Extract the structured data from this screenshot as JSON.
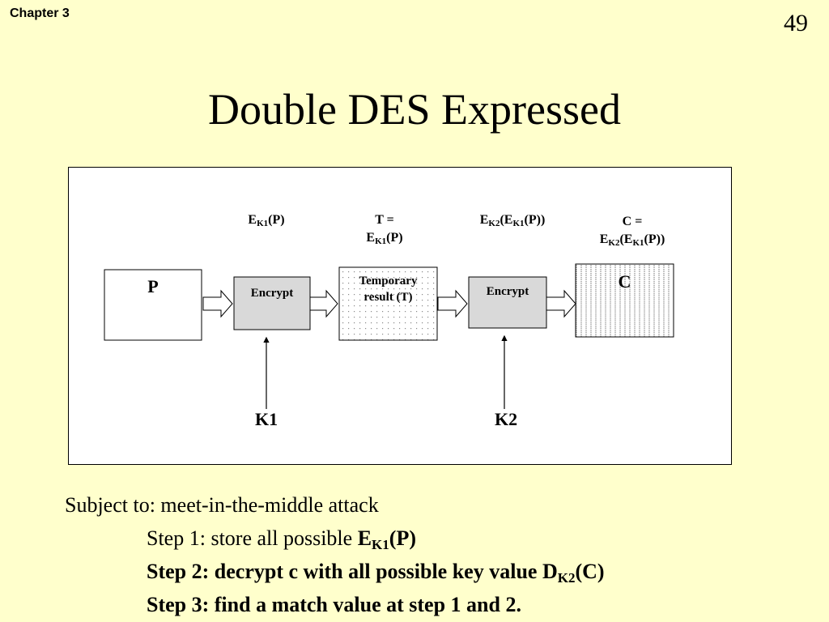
{
  "slide": {
    "chapter": "Chapter 3",
    "page_number": "49",
    "title": "Double DES Expressed"
  },
  "diagram": {
    "boxes": {
      "plaintext": "P",
      "encrypt1": "Encrypt",
      "temp_line1": "Temporary",
      "temp_line2": "result (T)",
      "encrypt2": "Encrypt",
      "ciphertext": "C"
    },
    "labels": {
      "ek1p": {
        "e": "E",
        "k": "K1",
        "rest": "(P)"
      },
      "t_eq": "T =",
      "t_val": {
        "e": "E",
        "k": "K1",
        "rest": "(P)"
      },
      "ek2": {
        "e1": "E",
        "k1": "K2",
        "mid": "(E",
        "k2": "K1",
        "rest": "(P))"
      },
      "c_eq": "C =",
      "c_val": {
        "e1": "E",
        "k1": "K2",
        "mid": "(E",
        "k2": "K1",
        "rest": "(P))"
      }
    },
    "keys": {
      "k1": "K1",
      "k2": "K2"
    }
  },
  "text": {
    "intro": "Subject to: meet-in-the-middle attack",
    "step1": {
      "prefix": "Step 1: store all possible ",
      "e": "E",
      "k": "K1",
      "rest": "(P)"
    },
    "step2": {
      "prefix": "Step 2: decrypt c with all possible key value ",
      "d": "D",
      "k": "K2",
      "rest": "(C)"
    },
    "step3": "Step 3: find a match value at step 1 and 2."
  }
}
